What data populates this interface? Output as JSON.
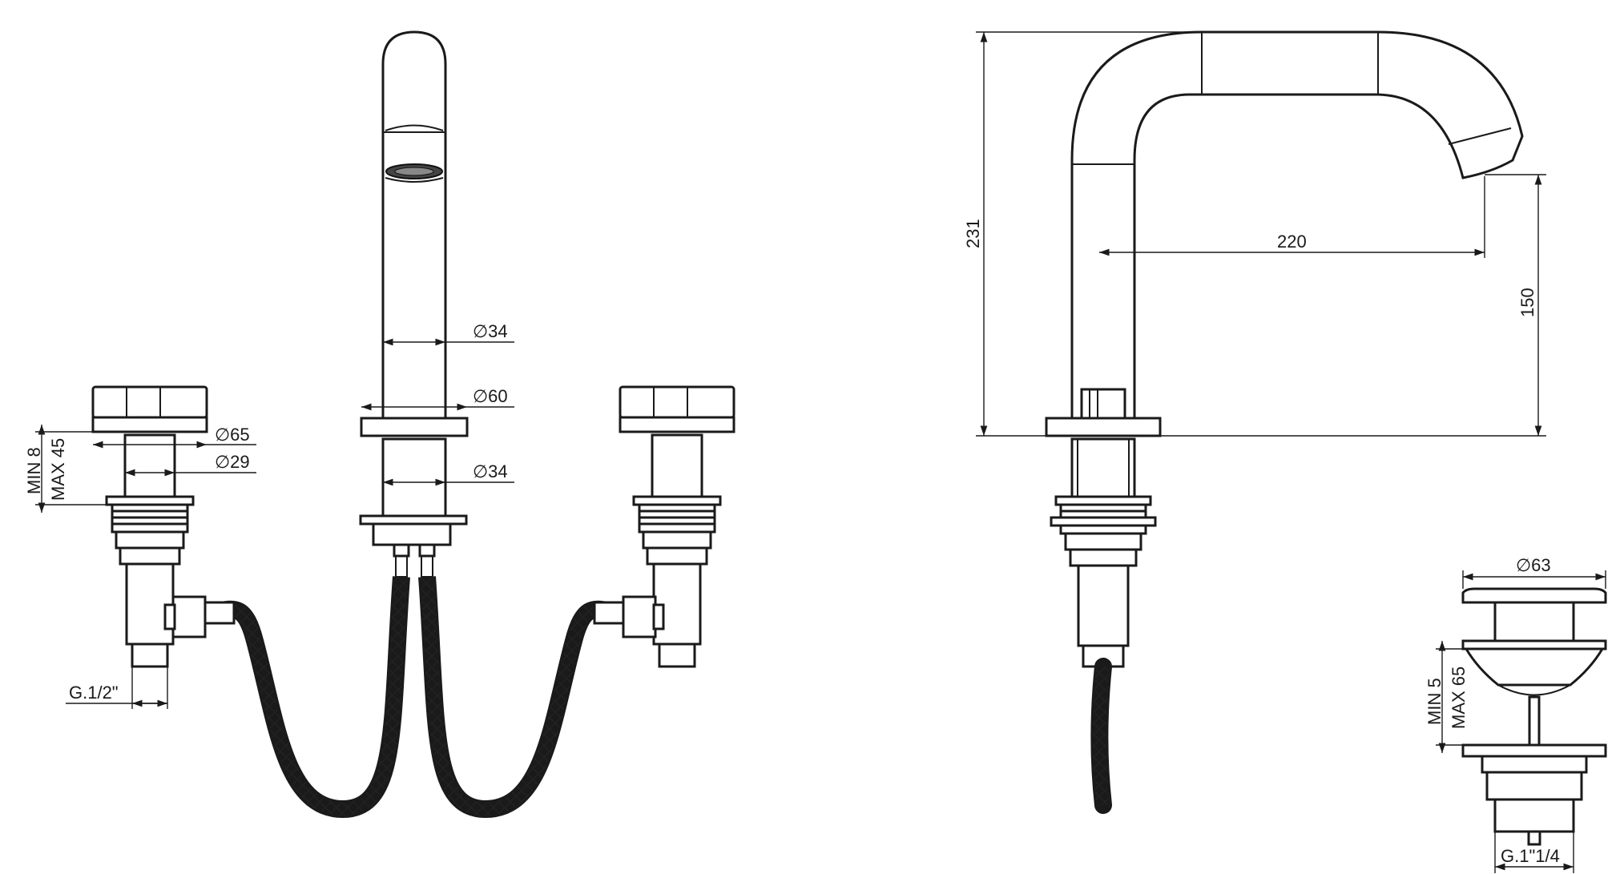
{
  "diagram": {
    "front_view": {
      "spout_outer_diameter": "∅34",
      "spout_base_diameter": "∅60",
      "spout_shank_diameter": "∅34",
      "handle_diameter": "∅65",
      "handle_shank_diameter": "∅29",
      "deck_thickness_min": "MIN 8",
      "deck_thickness_max": "MAX 45",
      "inlet_thread": "G.1/2\""
    },
    "side_view": {
      "total_height": "231",
      "spout_reach": "220",
      "spout_outlet_height": "150"
    },
    "waste_view": {
      "plug_diameter": "∅63",
      "deck_thickness_min": "MIN 5",
      "deck_thickness_max": "MAX 65",
      "waste_thread": "G.1\"1/4"
    }
  }
}
